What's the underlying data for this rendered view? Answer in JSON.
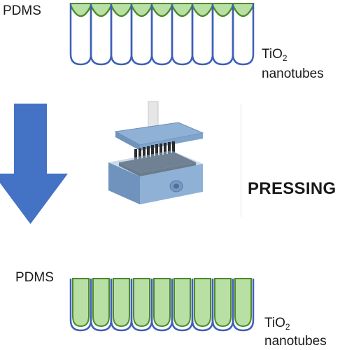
{
  "top": {
    "material_label": "PDMS",
    "substrate_label_main": "TiO",
    "substrate_label_sub": "2",
    "substrate_label_line2": "nanotubes"
  },
  "middle": {
    "action_label": "PRESSING",
    "arrow_direction": "down"
  },
  "bottom": {
    "material_label": "PDMS",
    "substrate_label_main": "TiO",
    "substrate_label_sub": "2",
    "substrate_label_line2": "nanotubes"
  },
  "colors": {
    "tube_outline": "#3d5fb8",
    "pdms_fill": "#b8e0a4",
    "pdms_edge": "#4f8a2b",
    "arrow": "#4472c4",
    "press_block": "#8fb1d6",
    "press_dark": "#3a3a3a"
  }
}
